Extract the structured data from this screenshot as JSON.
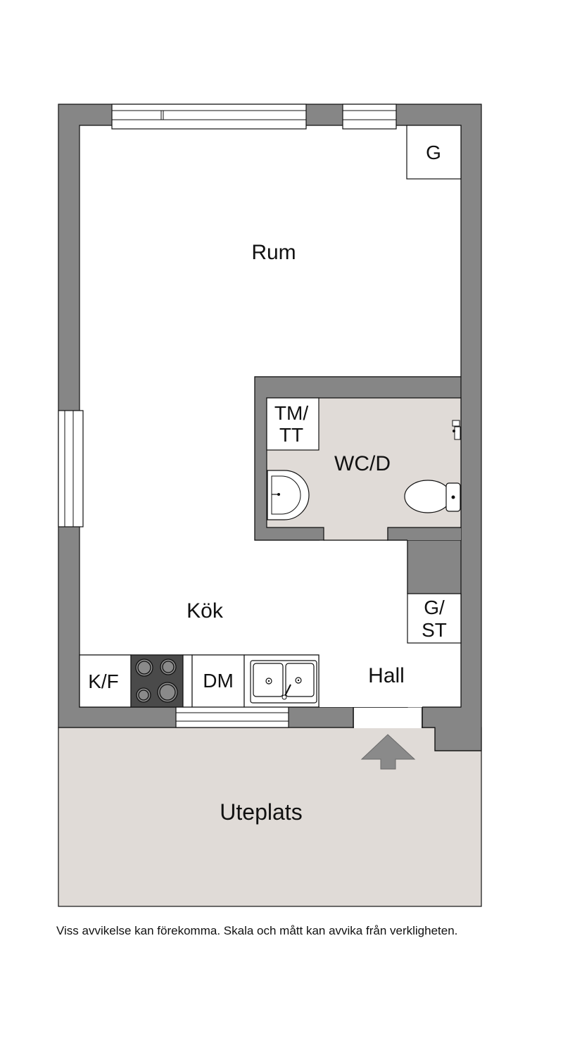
{
  "floorplan": {
    "rooms": {
      "rum": "Rum",
      "wcd": "WC/D",
      "kok": "Kök",
      "hall": "Hall",
      "uteplats": "Uteplats"
    },
    "fixtures": {
      "wardrobe_g": "G",
      "tm_line1": "TM/",
      "tm_line2": "TT",
      "gst_line1": "G/",
      "gst_line2": "ST",
      "kf": "K/F",
      "dm": "DM"
    },
    "colors": {
      "wall": "#868686",
      "floor": "#ffffff",
      "wet_room": "#e0dbd7",
      "patio": "#e0dbd7",
      "stove": "#4a4a4a",
      "entrance_arrow": "#8a8a8a"
    }
  },
  "disclaimer": "Viss avvikelse kan förekomma. Skala och mått kan avvika från verkligheten."
}
